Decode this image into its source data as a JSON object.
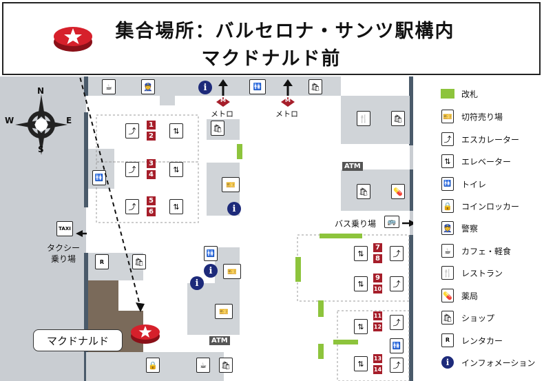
{
  "title": {
    "line1": "集合場所：バルセロナ・サンツ駅構内",
    "line2": "マクドナルド前"
  },
  "compass": {
    "n": "N",
    "s": "S",
    "e": "E",
    "w": "W"
  },
  "map_labels": {
    "metro1": "メトロ",
    "metro2": "メトロ",
    "metro_badge": "M",
    "atm1": "ATM",
    "atm2": "ATM",
    "taxi_badge": "TAXI",
    "taxi_line1": "タクシー",
    "taxi_line2": "乗り場",
    "bus": "バス乗り場",
    "mcdonalds": "マクドナルド",
    "rental_badge": "R"
  },
  "platforms": [
    "1",
    "2",
    "3",
    "4",
    "5",
    "6",
    "7",
    "8",
    "9",
    "10",
    "11",
    "12",
    "13",
    "14"
  ],
  "legend": [
    {
      "icon": "gate-icon",
      "label": "改札"
    },
    {
      "icon": "ticket-icon",
      "label": "切符売り場"
    },
    {
      "icon": "escalator-icon",
      "label": "エスカレーター"
    },
    {
      "icon": "elevator-icon",
      "label": "エレベーター"
    },
    {
      "icon": "toilet-icon",
      "label": "トイレ"
    },
    {
      "icon": "locker-icon",
      "label": "コインロッカー"
    },
    {
      "icon": "police-icon",
      "label": "警察"
    },
    {
      "icon": "cafe-icon",
      "label": "カフェ・軽食"
    },
    {
      "icon": "restaurant-icon",
      "label": "レストラン"
    },
    {
      "icon": "pharmacy-icon",
      "label": "薬局"
    },
    {
      "icon": "shop-icon",
      "label": "ショップ"
    },
    {
      "icon": "rental-car-icon",
      "label": "レンタカー"
    },
    {
      "icon": "information-icon",
      "label": "インフォメーション"
    }
  ],
  "colors": {
    "gate": "#8dc43c",
    "platform_number": "#a61e2a",
    "info": "#1d2a7a",
    "mcdonalds_block": "#7a6a5a",
    "map_bg": "#c9cdd2",
    "marker": "#d6202b"
  }
}
